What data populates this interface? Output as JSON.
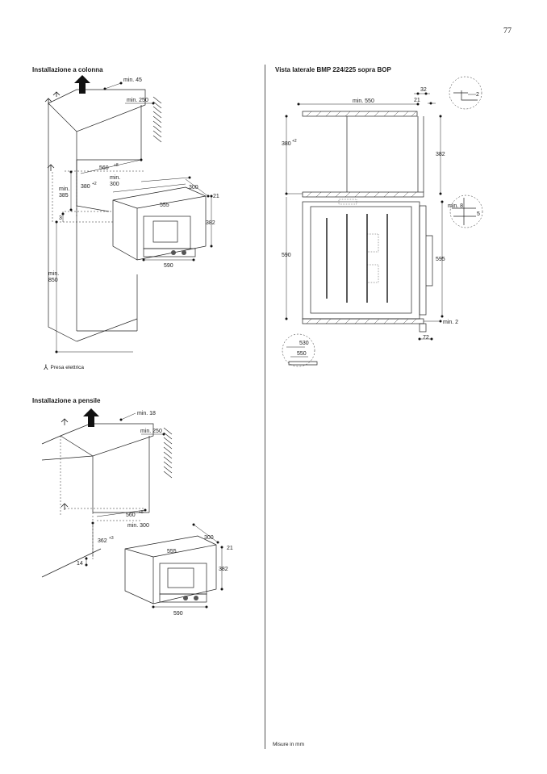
{
  "page": {
    "number": "77",
    "footer": "Misure in mm"
  },
  "sections": {
    "column": {
      "title": "Installazione a colonna",
      "dims": {
        "top_clearance": "min. 45",
        "vent": "min. 250",
        "niche_width": "560",
        "niche_width_sup": "+8",
        "niche_height": "380",
        "niche_height_sup": "+2",
        "depth_min_a": "min.",
        "depth_min_b": "300",
        "floor_offset_a": "min.",
        "floor_offset_b": "385",
        "three": "3",
        "width_555": "555",
        "depth_300": "300",
        "front_21": "21",
        "height_382": "382",
        "width_590": "590",
        "base_a": "min.",
        "base_b": "850"
      }
    },
    "legend": {
      "label": "Presa elettrica"
    },
    "wall": {
      "title": "Installazione a pensile",
      "dims": {
        "top_clearance": "min. 18",
        "vent": "min. 250",
        "niche_width": "560",
        "niche_width_sup": "+8",
        "depth_min": "min. 300",
        "niche_height": "362",
        "niche_height_sup": "+3",
        "fourteen": "14",
        "width_555": "555",
        "depth_300": "300",
        "front_21": "21",
        "height_382": "382",
        "width_590": "590"
      }
    },
    "side": {
      "title": "Vista laterale BMP 224/225 sopra BOP",
      "dims": {
        "d32": "32",
        "d21": "21",
        "min550": "min. 550",
        "d2": "2",
        "h380": "380",
        "h380_sup": "+2",
        "h382": "382",
        "min8": "min. 8",
        "d5": "5",
        "h590": "590",
        "h595": "595",
        "min2": "min. 2",
        "d72": "72",
        "d530": "530",
        "d550": "550"
      }
    }
  }
}
